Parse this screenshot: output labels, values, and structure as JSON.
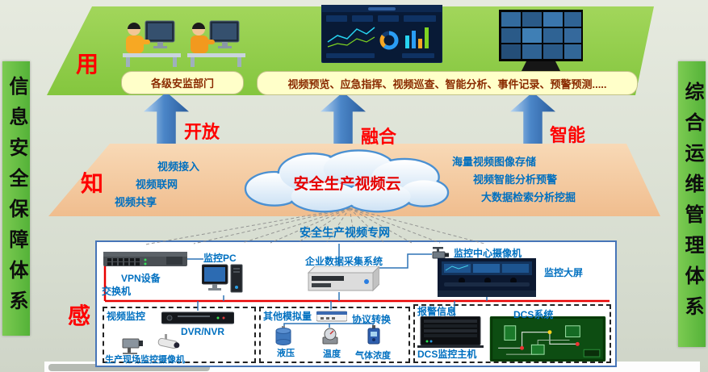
{
  "banner_left": "信息安全保障体系",
  "banner_right": "综合运维管理体系",
  "tags": {
    "use": "用",
    "know": "知",
    "sense": "感"
  },
  "top": {
    "dept": "各级安监部门",
    "apps": "视频预览、应急指挥、视频巡查、智能分析、事件记录、预警预测....."
  },
  "arrows": {
    "open": "开放",
    "fuse": "融合",
    "smart": "智能"
  },
  "cloud": {
    "title": "安全生产视频云",
    "left": [
      "视频接入",
      "视频联网",
      "视频共享"
    ],
    "right": [
      "海量视频图像存储",
      "视频智能分析预警",
      "大数据检索分析挖掘"
    ],
    "network": "安全生产视频专网"
  },
  "devices": {
    "vpn": "VPN设备",
    "switch": "交换机",
    "pc": "监控PC",
    "daq": "企业数据采集系统",
    "center_cam": "监控中心摄像机",
    "wall": "监控大屏"
  },
  "groups": {
    "video": {
      "title": "视频监控",
      "dvr": "DVR/NVR",
      "cams": "生产现场监控摄像机"
    },
    "analog": {
      "title": "其他模拟量",
      "protocol": "协议转换",
      "s1": "液压",
      "s2": "温度",
      "s3": "气体浓度"
    },
    "dcs": {
      "alarm": "报警信息",
      "sys": "DCS系统",
      "host": "DCS监控主机"
    }
  },
  "icons": {
    "operators": "two-operators-at-computers",
    "dashboard": "analytics-dashboard-screen",
    "video_wall": "video-wall",
    "switch": "network-switch",
    "pc": "monitor-pc",
    "daq": "industrial-server",
    "cctv": "cctv-camera",
    "control_room": "control-room-screen",
    "dvr": "dvr-device",
    "site_cams": "site-cameras",
    "protocol": "protocol-converter",
    "sensors": "analog-sensors",
    "dcs_host": "dcs-server",
    "dcs_screen": "dcs-hmi-screen"
  },
  "colors": {
    "band_green": "#8cc63e",
    "band_orange": "#f4c79e",
    "banner_green": "#5eb83e",
    "accent_blue": "#0070c0",
    "label_red": "#ff0000",
    "box_yellow": "#ffffc9",
    "box_text_brown": "#8a2a00",
    "bus_red": "#e80000",
    "border_blue": "#4775b8"
  }
}
